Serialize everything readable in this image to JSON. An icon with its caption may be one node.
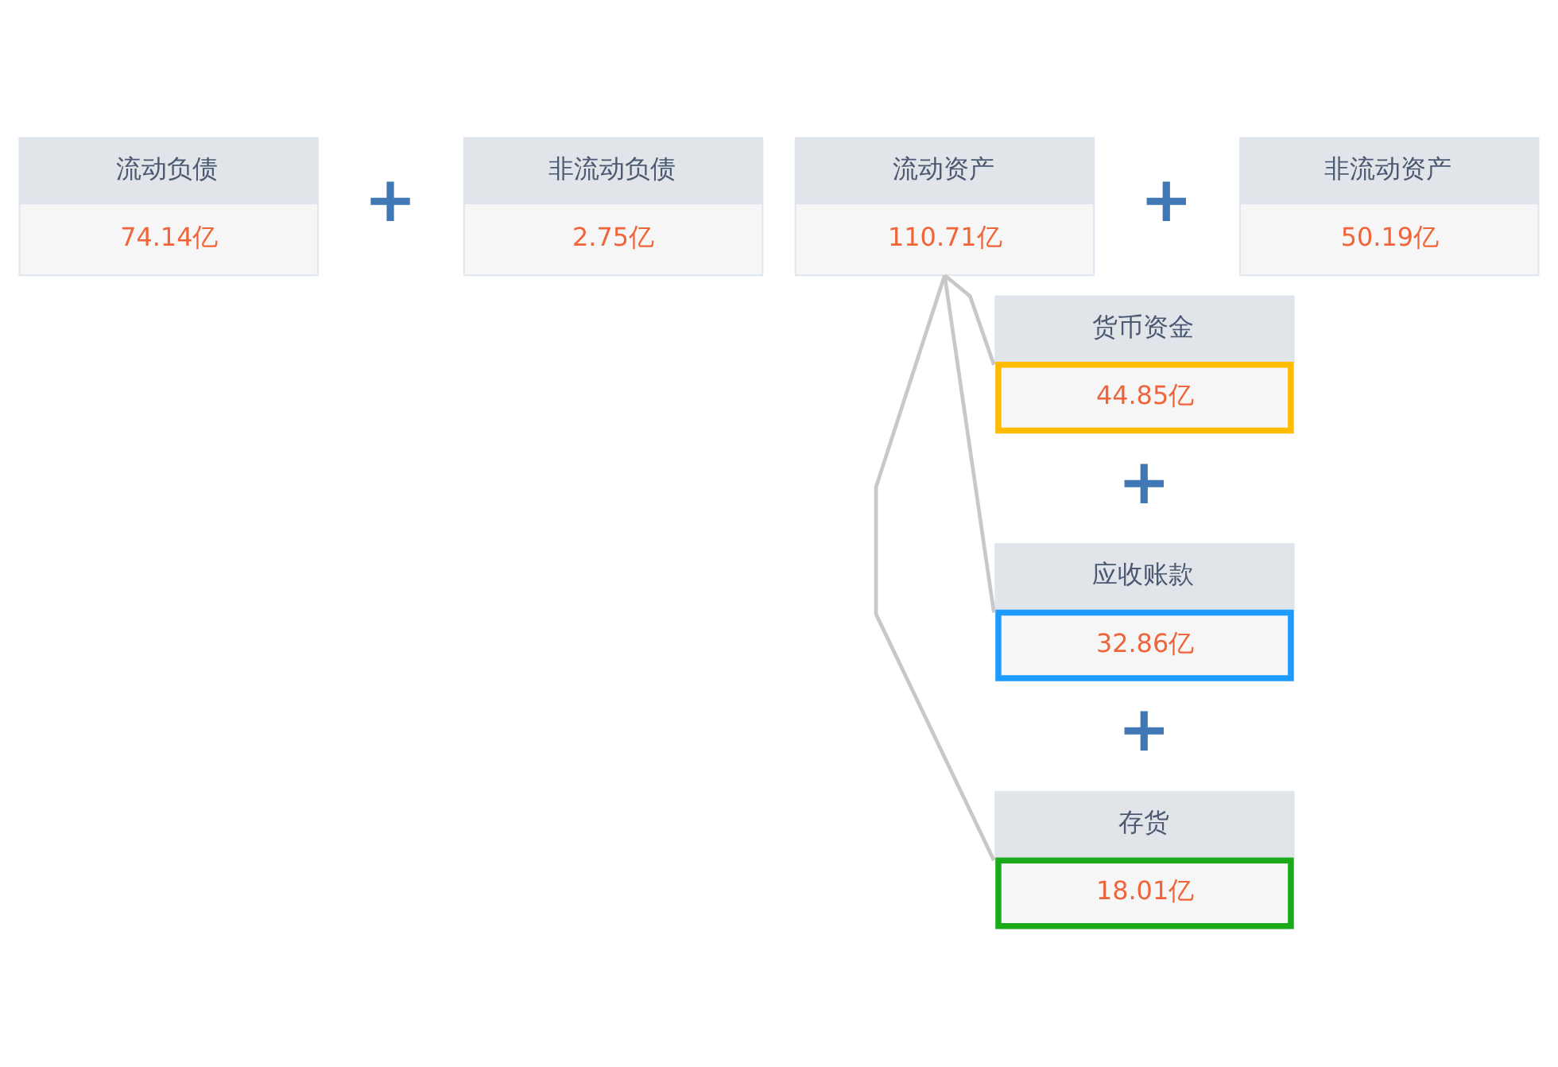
{
  "diagram": {
    "nodes": [
      {
        "text": [
          "流动负债",
          "74.14亿"
        ]
      },
      {
        "text": [
          "非流动负债",
          "2.75亿"
        ]
      },
      {
        "text": [
          "流动资产",
          "110.71亿"
        ]
      },
      {
        "text": [
          "非流动资产",
          "50.19亿"
        ]
      },
      {
        "text": [
          "货币资金",
          "44.85亿"
        ]
      },
      {
        "text": [
          "应收账款",
          "32.86亿"
        ]
      },
      {
        "text": [
          "存货",
          "18.01亿"
        ]
      }
    ],
    "edges": [
      {
        "from": 2,
        "to": 4,
        "arrow": "none"
      },
      {
        "from": 2,
        "to": 5,
        "arrow": "none"
      },
      {
        "from": 2,
        "to": 6,
        "arrow": "none"
      }
    ],
    "labels": [
      "+",
      "+",
      "+",
      "+"
    ]
  }
}
